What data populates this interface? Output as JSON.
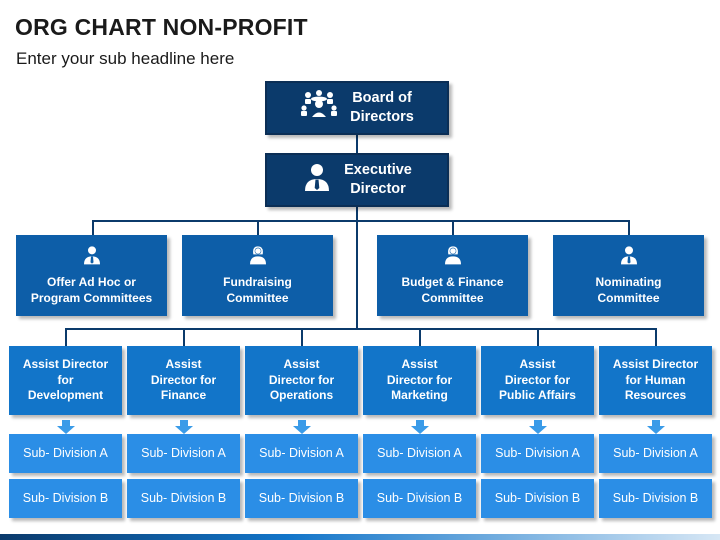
{
  "header": {
    "title": "ORG CHART NON-PROFIT",
    "subtitle": "Enter your sub headline here"
  },
  "colors": {
    "dark_navy": "#0b3a6b",
    "committee_blue": "#0d5ea8",
    "assist_blue": "#1275c9",
    "sub_blue": "#2b8ee6",
    "arrow_blue": "#3a9be8"
  },
  "board": {
    "label": "Board of\nDirectors",
    "icon": "boardroom-icon"
  },
  "executive": {
    "label": "Executive\nDirector",
    "icon": "person-tie-icon"
  },
  "committees": [
    {
      "label": "Offer Ad Hoc or\nProgram Committees",
      "icon": "person-tie-icon"
    },
    {
      "label": "Fundraising\nCommittee",
      "icon": "woman-icon"
    },
    {
      "label": "Budget & Finance\nCommittee",
      "icon": "woman-icon"
    },
    {
      "label": "Nominating\nCommittee",
      "icon": "person-tie-icon"
    }
  ],
  "assist_directors": [
    {
      "label": "Assist Director\nfor\nDevelopment"
    },
    {
      "label": "Assist\nDirector for\nFinance"
    },
    {
      "label": "Assist\nDirector for\nOperations"
    },
    {
      "label": "Assist\nDirector for\nMarketing"
    },
    {
      "label": "Assist\nDirector for\nPublic Affairs"
    },
    {
      "label": "Assist Director\nfor Human\nResources"
    }
  ],
  "sub_divisions": [
    {
      "a": "Sub- Division A",
      "b": "Sub- Division B"
    },
    {
      "a": "Sub- Division A",
      "b": "Sub- Division B"
    },
    {
      "a": "Sub- Division A",
      "b": "Sub- Division B"
    },
    {
      "a": "Sub- Division A",
      "b": "Sub- Division B"
    },
    {
      "a": "Sub- Division A",
      "b": "Sub- Division B"
    },
    {
      "a": "Sub- Division A",
      "b": "Sub- Division B"
    }
  ]
}
